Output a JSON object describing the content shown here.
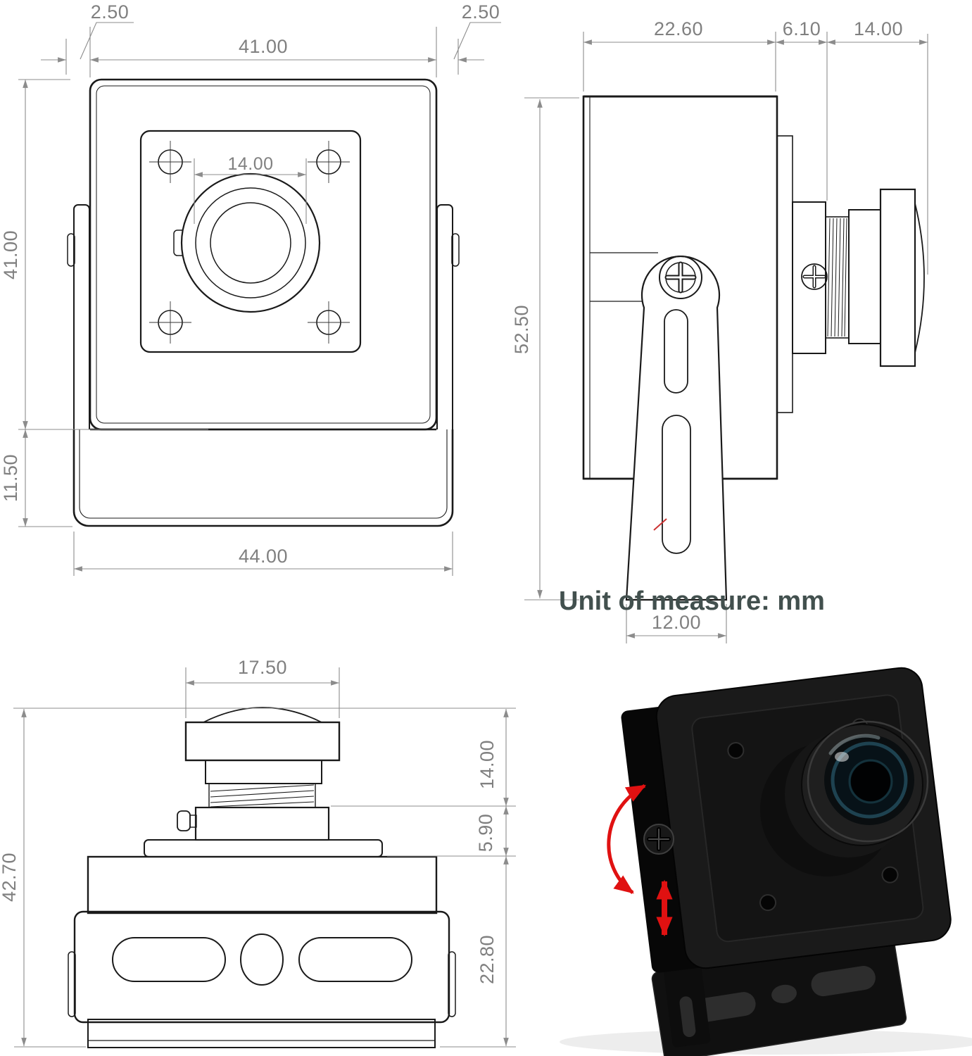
{
  "unit_note": "Unit of measure: mm",
  "front_view": {
    "top_left_offset": "2.50",
    "top_width": "41.00",
    "top_right_offset": "2.50",
    "hole_spacing": "14.00",
    "body_height": "41.00",
    "bracket_height": "11.50",
    "bottom_width": "44.00"
  },
  "side_view": {
    "body_depth": "22.60",
    "mount_depth": "6.10",
    "lens_length": "14.00",
    "total_height": "52.50",
    "foot_width": "12.00"
  },
  "bottom_view": {
    "lens_cap_width": "17.50",
    "overall_height": "42.70",
    "lens_height": "14.00",
    "mount_height": "5.90",
    "body_depth": "22.80"
  },
  "colors": {
    "drawing_line": "#1a1a1a",
    "dimension_line": "#8c8c8c",
    "dimension_text": "#808080",
    "note_text": "#42504e",
    "highlight_arrow": "#e01111"
  }
}
